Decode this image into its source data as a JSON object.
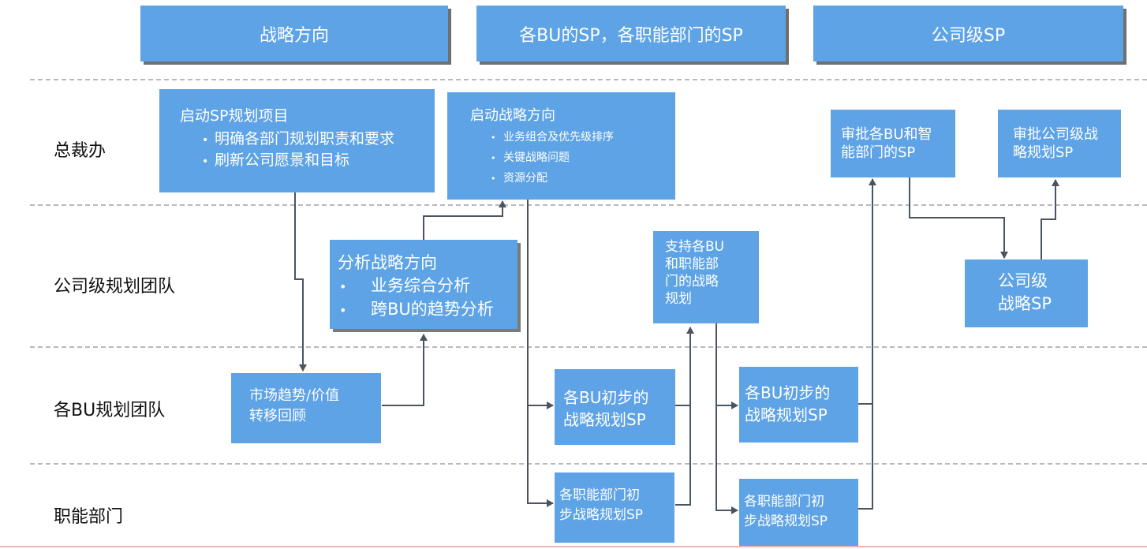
{
  "headers": {
    "strategy_direction": "战略方向",
    "bu_function_sp": "各BU的SP，各职能部门的SP",
    "company_sp": "公司级SP"
  },
  "lanes": {
    "president_office": "总裁办",
    "company_planning_team": "公司级规划团队",
    "bu_planning_team": "各BU规划团队",
    "functional_departments": "职能部门"
  },
  "boxes": {
    "start_sp_project": {
      "title": "启动SP规划项目",
      "bullets": [
        "明确各部门规划职责和要求",
        "刷新公司愿景和目标"
      ]
    },
    "start_strategy_direction": {
      "title": "启动战略方向",
      "bullets": [
        "业务组合及优先级排序",
        "关键战略问题",
        "资源分配"
      ]
    },
    "analyze_strategy_direction": {
      "title": "分析战略方向",
      "bullets": [
        "业务综合分析",
        "跨BU的趋势分析"
      ]
    },
    "market_trend_review": {
      "line1": "市场趋势/价值",
      "line2": "转移回顾"
    },
    "support_bu_planning": {
      "line1": "支持各BU",
      "line2": "和职能部",
      "line3": "门的战略",
      "line4": "规划"
    },
    "bu_initial_sp_1": {
      "line1": "各BU初步的",
      "line2": "战略规划SP"
    },
    "func_initial_sp_1": {
      "line1": "各职能部门初",
      "line2": "步战略规划SP"
    },
    "bu_initial_sp_2": {
      "line1": "各BU初步的",
      "line2": "战略规划SP"
    },
    "func_initial_sp_2": {
      "line1": "各职能部门初",
      "line2": "步战略规划SP"
    },
    "approve_bu_sp": {
      "line1": "审批各BU和智",
      "line2": "能部门的SP"
    },
    "approve_company_sp": {
      "line1": "审批公司级战",
      "line2": "略规划SP"
    },
    "company_strategy_sp": {
      "line1": "公司级",
      "line2": "战略SP"
    }
  },
  "bullet_char": "•",
  "colors": {
    "box_fill": "#5ea3e6",
    "connector": "#4a5560",
    "separator": "#b9b9b9"
  }
}
